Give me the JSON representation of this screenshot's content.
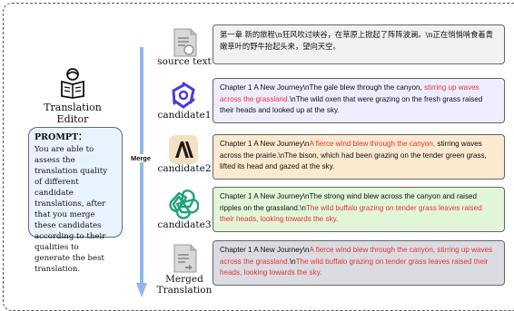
{
  "editor": {
    "label": "Translation Editor"
  },
  "prompt": {
    "title": "PROMPT：",
    "text": "You are able to assess the translation quality of different candidate translations, after that you merge these candidates according to their qualities to generate the best translation."
  },
  "arrow": {
    "label": "Merge"
  },
  "rows": [
    {
      "label": "source text",
      "icon": "document-icon",
      "segments": [
        {
          "t": "第一章 新的旅程\\n狂风吹过峡谷，在草原上掀起了阵阵波澜。\\n正在悄悄啃食着青嫩草叶的野牛抬起头来，望向天空。",
          "red": false
        }
      ]
    },
    {
      "label": "candidate1",
      "icon": "spiral-logo-icon",
      "segments": [
        {
          "t": "Chapter 1 A New Journey\\nThe gale blew through the canyon, ",
          "red": false
        },
        {
          "t": "stirring up waves across the grassland.",
          "red": true
        },
        {
          "t": "\\nThe wild oxen that were grazing on the fresh grass raised their heads and looked up at the sky.",
          "red": false
        }
      ]
    },
    {
      "label": "candidate2",
      "icon": "anthropic-logo-icon",
      "segments": [
        {
          "t": "Chapter 1 A New Journey\\n",
          "red": false
        },
        {
          "t": "A fierce wind blew through the canyon,",
          "red": true
        },
        {
          "t": " stirring waves across the prairie.\\nThe bison, which had been grazing on the tender green grass, lifted its head and gazed at the sky.",
          "red": false
        }
      ]
    },
    {
      "label": "candidate3",
      "icon": "openai-logo-icon",
      "segments": [
        {
          "t": "Chapter 1 A New Journey\\nThe strong wind blew across the canyon and raised ripples on the grassland.\\n",
          "red": false
        },
        {
          "t": "The wild buffalo grazing on tender grass leaves raised their heads, looking towards the sky.",
          "red": true
        }
      ]
    },
    {
      "label": "Merged Translation",
      "icon": "merged-document-icon",
      "segments": [
        {
          "t": "Chapter 1 A New Journey\\n",
          "red": false
        },
        {
          "t": "A fierce wind blew through the canyon, stirring up waves across the grassland.",
          "red": true
        },
        {
          "t": "\\n",
          "red": false
        },
        {
          "t": "The wild buffalo grazing on tender grass leaves raised their heads, looking towards the sky.",
          "red": true
        }
      ]
    }
  ],
  "colors": {
    "arrow": "#8fb9ec",
    "highlight": "#e23636",
    "candidate1_bg": "#eeedff",
    "candidate2_bg": "#fbe9d0",
    "candidate3_bg": "#e1f5d8",
    "merged_bg": "#dadce2",
    "source_bg": "#f1f1f1",
    "prompt_bg": "#e9f2ff"
  }
}
